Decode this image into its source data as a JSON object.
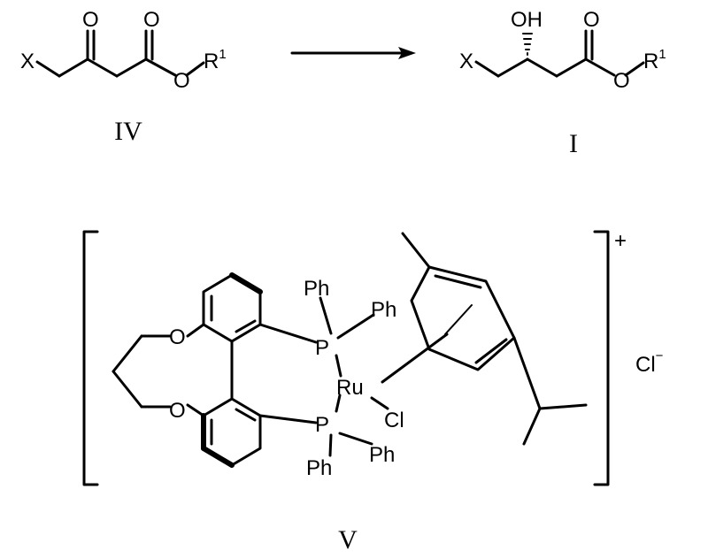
{
  "compound_IV": {
    "label": "IV",
    "atoms": {
      "x": "X",
      "o_ketone": "O",
      "o_carbonyl": "O",
      "o_ester": "O",
      "r": "R",
      "r_sup": "1"
    }
  },
  "compound_I": {
    "label": "I",
    "atoms": {
      "x": "X",
      "oh": "OH",
      "o_carbonyl": "O",
      "o_ester": "O",
      "r": "R",
      "r_sup": "1"
    }
  },
  "catalyst_V": {
    "label": "V",
    "charge": "+",
    "counterion": "Cl",
    "counterion_charge": "−",
    "atoms": {
      "o_upper": "O",
      "o_lower": "O",
      "p_upper": "P",
      "p_lower": "P",
      "metal": "Ru",
      "cl": "Cl",
      "ph1": "Ph",
      "ph2": "Ph",
      "ph3": "Ph",
      "ph4": "Ph"
    }
  }
}
